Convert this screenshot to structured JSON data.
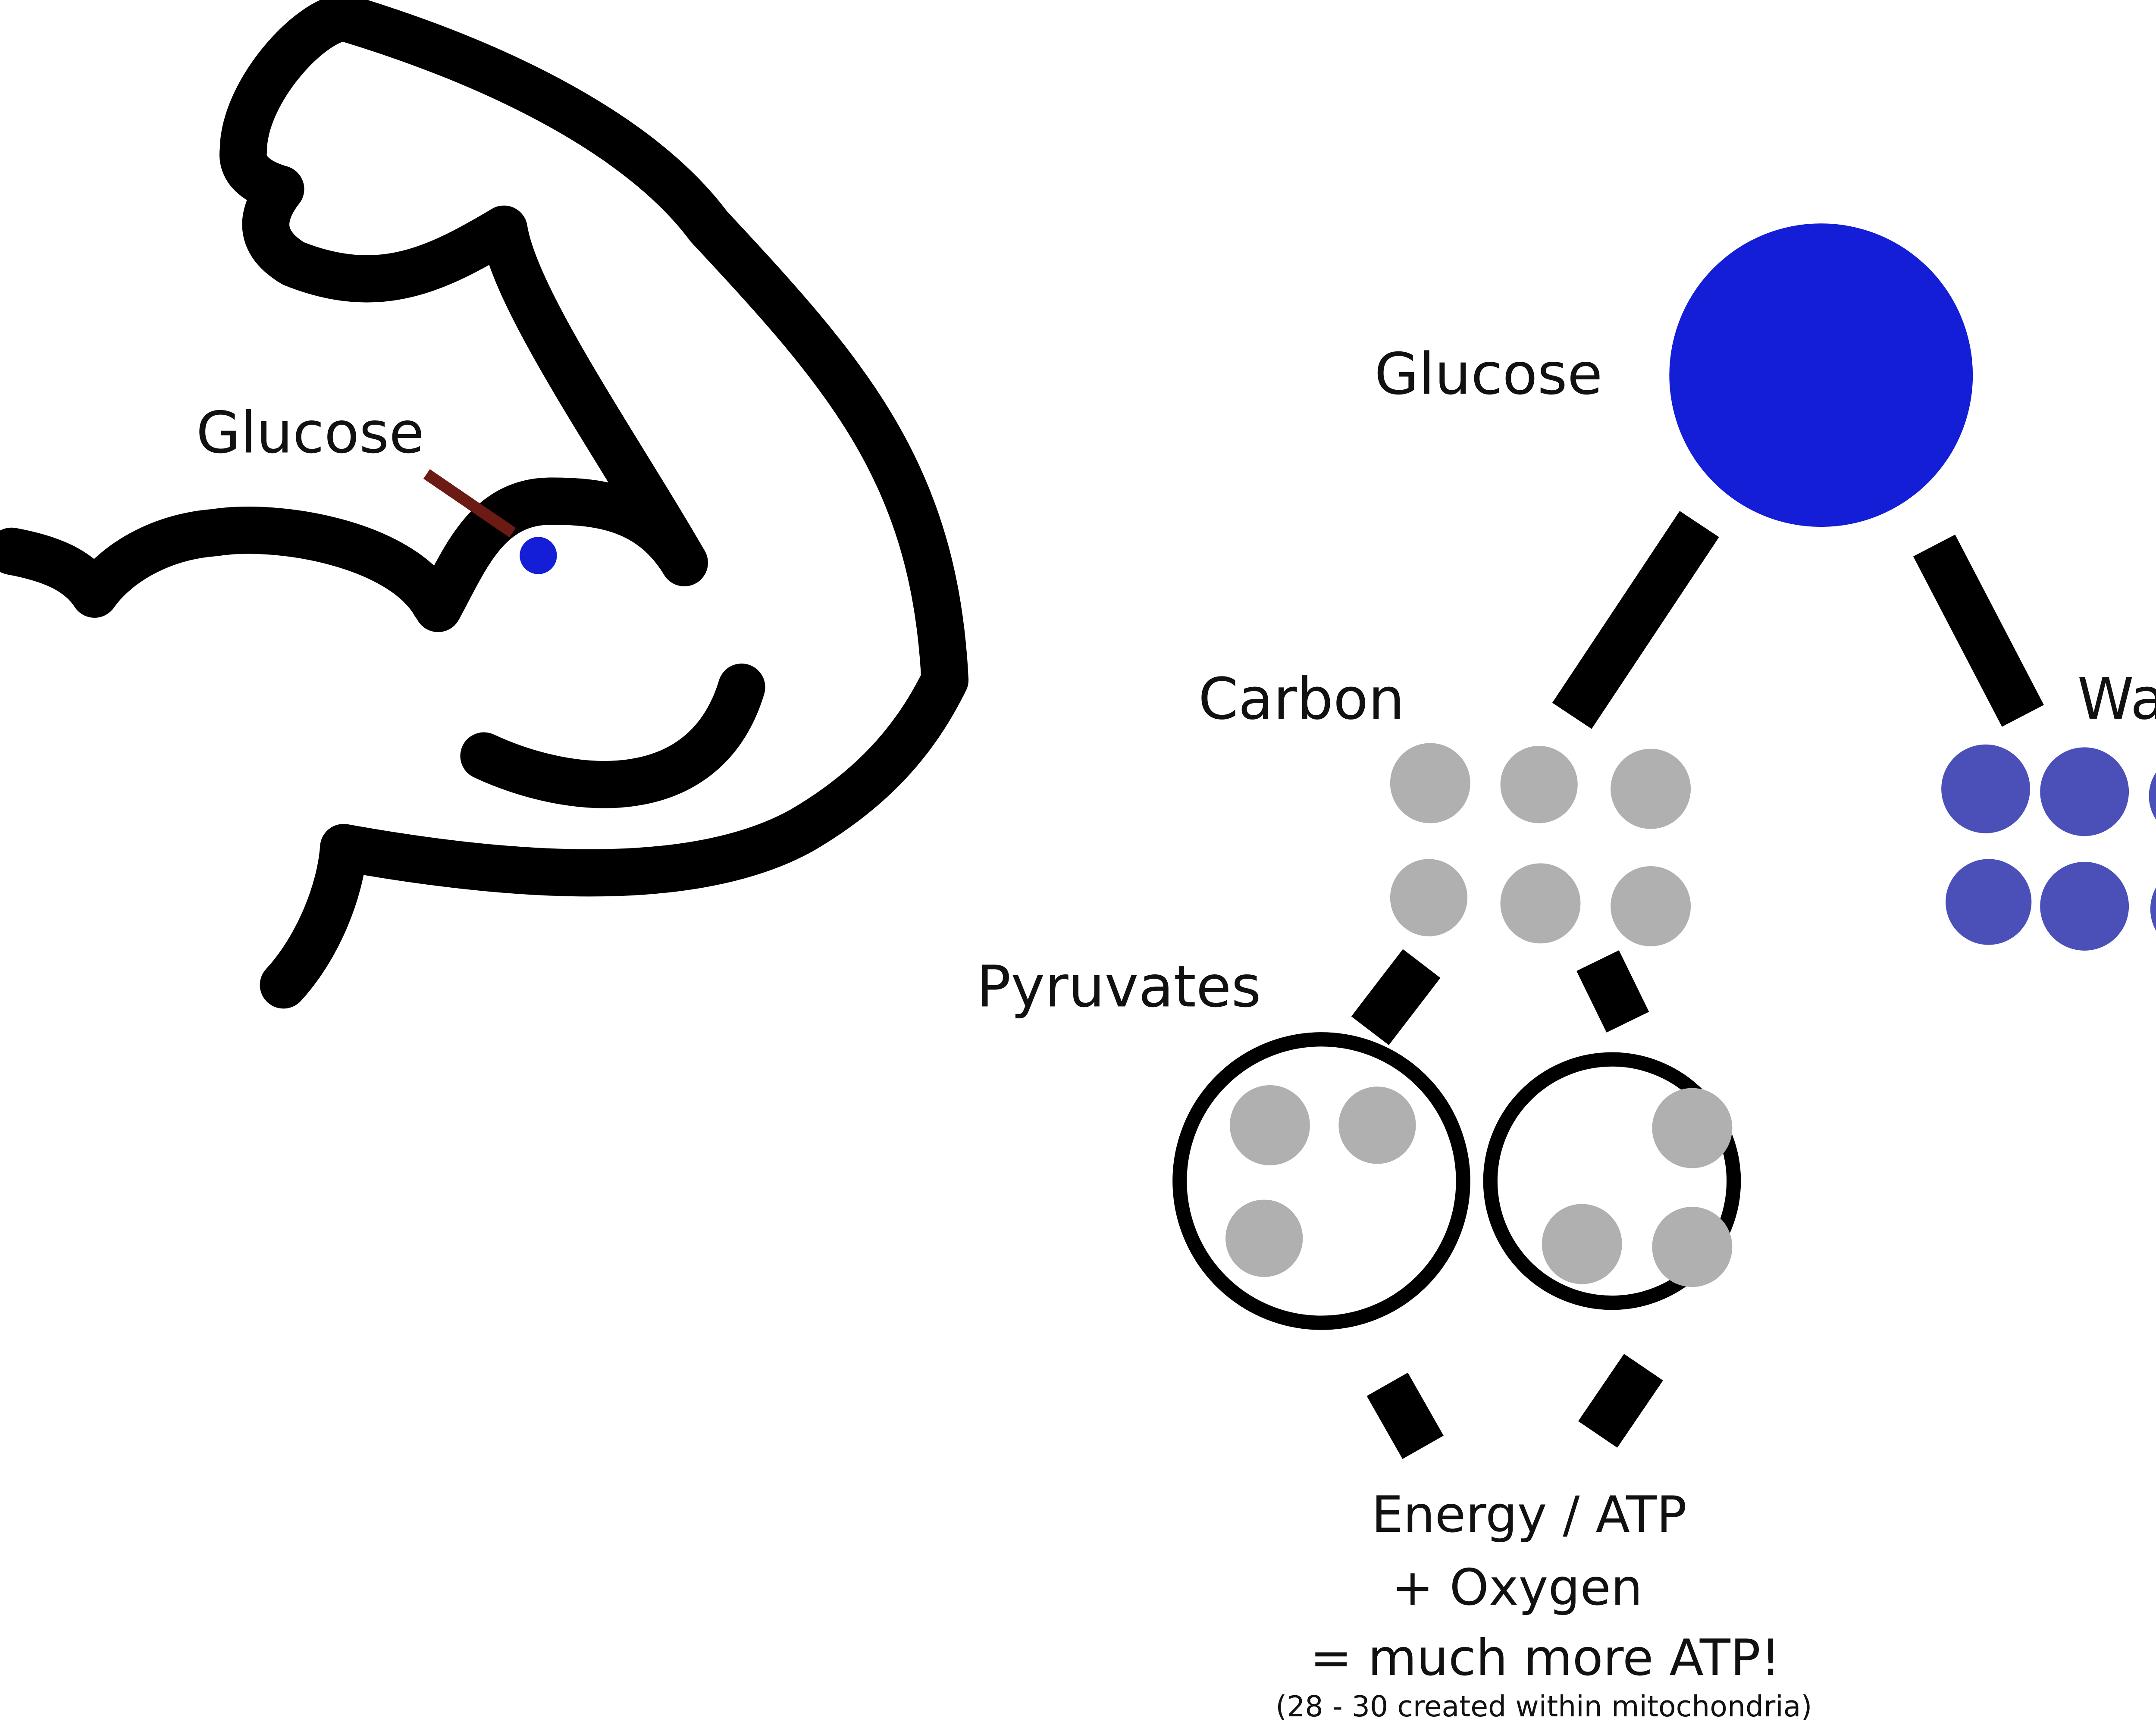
{
  "labels": {
    "arm_glucose": "Glucose",
    "glucose": "Glucose",
    "carbon": "Carbon",
    "water": "Water",
    "pyruvates": "Pyruvates",
    "energy_line1": "Energy / ATP",
    "energy_line2": "+ Oxygen",
    "energy_line3": "= much more ATP!",
    "energy_note": "(28 - 30 created within mitochondria)"
  },
  "colors": {
    "glucose": "#141ed6",
    "water": "#4a50b8",
    "carbon": "#b0b0b0",
    "pointer": "#6b1a14",
    "outline": "#000000"
  },
  "counts": {
    "carbon_atoms": 6,
    "water_molecules": 6,
    "pyruvates": 2,
    "carbons_per_pyruvate": 3
  }
}
